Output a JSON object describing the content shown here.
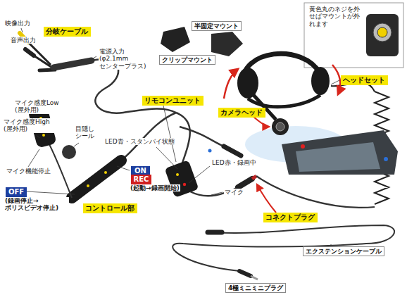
{
  "diagram": {
    "nodes": [
      {
        "text": [
          "分岐ケーブル"
        ]
      },
      {
        "text": [
          "ヘッドセット"
        ]
      },
      {
        "text": [
          "リモコンユニット"
        ]
      },
      {
        "text": [
          "カメラヘッド"
        ]
      },
      {
        "text": [
          "ON"
        ]
      },
      {
        "text": [
          "REC"
        ]
      },
      {
        "text": [
          "OFF"
        ]
      },
      {
        "text": [
          "コントロール部"
        ]
      },
      {
        "text": [
          "コネクトプラグ"
        ]
      }
    ],
    "labels": [
      "映像出力",
      "音声出力",
      "半固定マウント",
      "電源入力 (φ2.1mm センタープラス)",
      "クリップマウント",
      "黄色丸のネジを外せばマウントが外れます",
      "マイク感度Low (屋外用)",
      "マイク感度High (屋外用)",
      "目隠し シール",
      "LED青・スタンバイ状態",
      "LED赤・録画中",
      "マイク機能停止",
      "(起動→録画開始)",
      "マイク",
      "(録画停止→ ポリスビデオ停止)",
      "エクステンションケーブル",
      "4極ミニミニプラグ"
    ]
  }
}
